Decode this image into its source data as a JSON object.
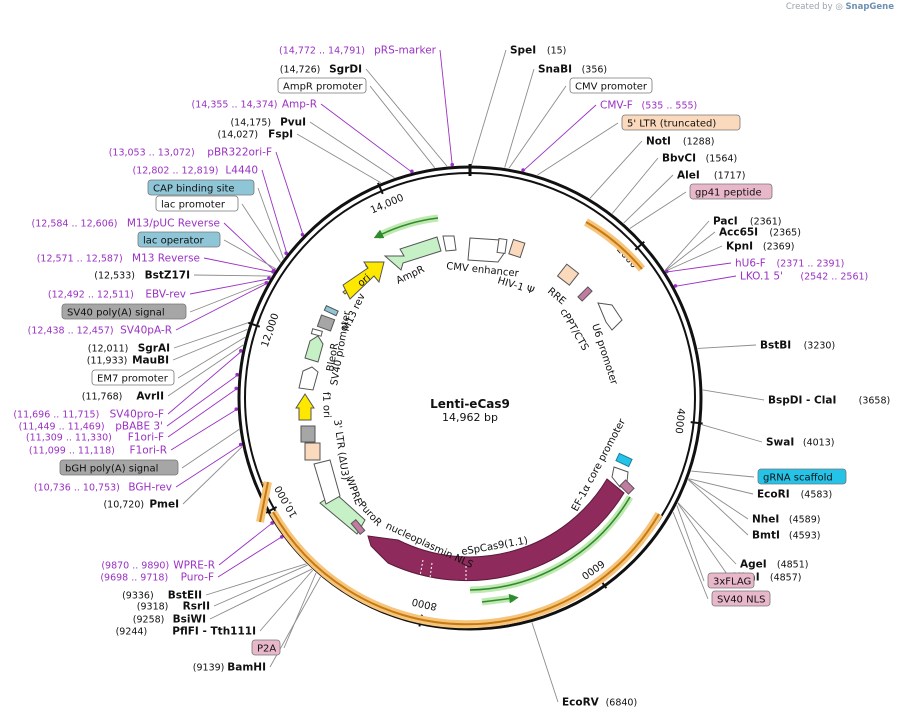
{
  "header": {
    "created_by": "Created by",
    "brand": "SnapGene"
  },
  "plasmid": {
    "name": "Lenti-eCas9",
    "length_label": "14,962 bp",
    "length": 14962
  },
  "colors": {
    "backbone": "#111111",
    "enzyme_line": "#8c8c8c",
    "primer": "#9b31c4",
    "orf_green": "#c6f0c6",
    "cas9": "#8f2a5c",
    "ori": "#ffe800",
    "promoter": "#ffffff",
    "ltr": "#fbd9bd",
    "polyA": "#a6a6a6",
    "misc": "#eaeaea",
    "orange": "#f0a030",
    "light_blue": "#8ec6d8",
    "cyan": "#25c3e8",
    "pink": "#e8b7c9"
  },
  "ruler": [
    {
      "pos": 14000,
      "label": "14,000"
    },
    {
      "pos": 2000,
      "label": "2000"
    },
    {
      "pos": 4000,
      "label": "4000"
    },
    {
      "pos": 6000,
      "label": "6000"
    },
    {
      "pos": 8000,
      "label": "8000"
    },
    {
      "pos": 10000,
      "label": "10,000"
    },
    {
      "pos": 12000,
      "label": "12,000"
    }
  ],
  "labels_right": [
    {
      "name": "SpeI",
      "pos_text": "(15)",
      "kind": "enzyme",
      "site": 15
    },
    {
      "name": "SnaBI",
      "pos_text": "(356)",
      "kind": "enzyme",
      "site": 356
    },
    {
      "name": "CMV promoter",
      "kind": "feature_box",
      "box": "white",
      "site": 400
    },
    {
      "name": "CMV-F",
      "pos_text": "(535 .. 555)",
      "kind": "primer",
      "site": 545
    },
    {
      "name": "5' LTR (truncated)",
      "kind": "feature_box",
      "box": "ltr",
      "site": 700
    },
    {
      "name": "NotI",
      "pos_text": "(1288)",
      "kind": "enzyme",
      "site": 1288
    },
    {
      "name": "BbvCI",
      "pos_text": "(1564)",
      "kind": "enzyme",
      "site": 1564
    },
    {
      "name": "AleI",
      "pos_text": "(1717)",
      "kind": "enzyme",
      "site": 1717
    },
    {
      "name": "gp41 peptide",
      "kind": "feature_box",
      "box": "pink",
      "site": 1800
    },
    {
      "name": "PacI",
      "pos_text": "(2361)",
      "kind": "enzyme",
      "site": 2361
    },
    {
      "name": "Acc65I",
      "pos_text": "(2365)",
      "kind": "enzyme",
      "site": 2365
    },
    {
      "name": "KpnI",
      "pos_text": "(2369)",
      "kind": "enzyme",
      "site": 2369
    },
    {
      "name": "hU6-F",
      "pos_text": "(2371 .. 2391)",
      "kind": "primer",
      "site": 2381
    },
    {
      "name": "LKO.1 5'",
      "pos_text": "(2542 .. 2561)",
      "kind": "primer",
      "site": 2551
    },
    {
      "name": "BstBI",
      "pos_text": "(3230)",
      "kind": "enzyme",
      "site": 3230
    },
    {
      "name": "BspDI",
      "name2": " - ClaI",
      "pos_text": "(3658)",
      "kind": "enzyme",
      "site": 3658
    },
    {
      "name": "SwaI",
      "pos_text": "(4013)",
      "kind": "enzyme",
      "site": 4013
    },
    {
      "name": "gRNA scaffold",
      "kind": "feature_box",
      "box": "cyan",
      "site": 4500
    },
    {
      "name": "EcoRI",
      "pos_text": "(4583)",
      "kind": "enzyme",
      "site": 4583
    },
    {
      "name": "NheI",
      "pos_text": "(4589)",
      "kind": "enzyme",
      "site": 4589
    },
    {
      "name": "BmtI",
      "pos_text": "(4593)",
      "kind": "enzyme",
      "site": 4593
    },
    {
      "name": "AgeI",
      "pos_text": "(4851)",
      "kind": "enzyme",
      "site": 4851
    },
    {
      "name": "XbaI",
      "pos_text": "(4857)",
      "kind": "enzyme",
      "site": 4857
    },
    {
      "name": "3xFLAG",
      "kind": "feature_box",
      "box": "pink",
      "site": 4880
    },
    {
      "name": "SV40 NLS",
      "kind": "feature_box",
      "box": "pink",
      "site": 4960
    },
    {
      "name": "EcoRV",
      "pos_text": "(6840)",
      "kind": "enzyme",
      "site": 6840
    }
  ],
  "labels_left": [
    {
      "name": "pRS-marker",
      "pos_text": "(14,772 .. 14,791)",
      "kind": "primer",
      "site": 14781
    },
    {
      "name": "SgrDI",
      "pos_text": "(14,726)",
      "kind": "enzyme",
      "site": 14726
    },
    {
      "name": "AmpR promoter",
      "kind": "feature_box",
      "box": "white",
      "site": 14600
    },
    {
      "name": "Amp-R",
      "pos_text": "(14,355 .. 14,374)",
      "kind": "primer",
      "site": 14364
    },
    {
      "name": "PvuI",
      "pos_text": "(14,175)",
      "kind": "enzyme",
      "site": 14175
    },
    {
      "name": "FspI",
      "pos_text": "(14,027)",
      "kind": "enzyme",
      "site": 14027
    },
    {
      "name": "pBR322ori-F",
      "pos_text": "(13,053 .. 13,072)",
      "kind": "primer",
      "site": 13062
    },
    {
      "name": "L4440",
      "pos_text": "(12,802 .. 12,819)",
      "kind": "primer",
      "site": 12810
    },
    {
      "name": "CAP binding site",
      "kind": "feature_box",
      "box": "light_blue",
      "site": 12750
    },
    {
      "name": "lac promoter",
      "kind": "feature_box",
      "box": "white",
      "site": 12700
    },
    {
      "name": "M13/pUC Reverse",
      "pos_text": "(12,584 .. 12,606)",
      "kind": "primer",
      "site": 12595
    },
    {
      "name": "lac operator",
      "kind": "feature_box",
      "box": "light_blue",
      "site": 12620
    },
    {
      "name": "M13 Reverse",
      "pos_text": "(12,571 .. 12,587)",
      "kind": "primer",
      "site": 12579
    },
    {
      "name": "BstZ17I",
      "pos_text": "(12,533)",
      "kind": "enzyme",
      "site": 12533
    },
    {
      "name": "EBV-rev",
      "pos_text": "(12,492 .. 12,511)",
      "kind": "primer",
      "site": 12501
    },
    {
      "name": "SV40 poly(A) signal",
      "kind": "feature_box",
      "box": "polyA",
      "site": 12470
    },
    {
      "name": "SV40pA-R",
      "pos_text": "(12,438 .. 12,457)",
      "kind": "primer",
      "site": 12447
    },
    {
      "name": "SgrAI",
      "pos_text": "(12,011)",
      "kind": "enzyme",
      "site": 12011
    },
    {
      "name": "MauBI",
      "pos_text": "(11,933)",
      "kind": "enzyme",
      "site": 11933
    },
    {
      "name": "EM7 promoter",
      "kind": "feature_box",
      "box": "white",
      "site": 11850
    },
    {
      "name": "AvrII",
      "pos_text": "(11,768)",
      "kind": "enzyme",
      "site": 11768
    },
    {
      "name": "SV40pro-F",
      "pos_text": "(11,696 .. 11,715)",
      "kind": "primer",
      "site": 11705
    },
    {
      "name": "pBABE 3'",
      "pos_text": "(11,449 .. 11,469)",
      "kind": "primer",
      "site": 11459
    },
    {
      "name": "F1ori-F",
      "pos_text": "(11,309 .. 11,330)",
      "kind": "primer",
      "site": 11319
    },
    {
      "name": "F1ori-R",
      "pos_text": "(11,099 .. 11,118)",
      "kind": "primer",
      "site": 11108
    },
    {
      "name": "bGH poly(A) signal",
      "kind": "feature_box",
      "box": "polyA",
      "site": 10900
    },
    {
      "name": "BGH-rev",
      "pos_text": "(10,736 .. 10,753)",
      "kind": "primer",
      "site": 10744
    },
    {
      "name": "PmeI",
      "pos_text": "(10,720)",
      "kind": "enzyme",
      "site": 10720
    },
    {
      "name": "WPRE-R",
      "pos_text": "(9870 .. 9890)",
      "kind": "primer",
      "site": 9880
    },
    {
      "name": "Puro-F",
      "pos_text": "(9698 .. 9718)",
      "kind": "primer",
      "site": 9708
    },
    {
      "name": "BstEII",
      "pos_text": "(9336)",
      "kind": "enzyme",
      "site": 9336
    },
    {
      "name": "RsrII",
      "pos_text": "(9318)",
      "kind": "enzyme",
      "site": 9318
    },
    {
      "name": "BsiWI",
      "pos_text": "(9258)",
      "kind": "enzyme",
      "site": 9258
    },
    {
      "name": "PflFI",
      "name2": " - Tth111I",
      "pos_text": "(9244)",
      "kind": "enzyme",
      "site": 9244
    },
    {
      "name": "P2A",
      "kind": "feature_box",
      "box": "pink",
      "site": 9200
    },
    {
      "name": "BamHI",
      "pos_text": "(9139)",
      "kind": "enzyme",
      "site": 9139
    }
  ],
  "inner_labels": [
    {
      "text": "CMV enhancer"
    },
    {
      "text": "HIV-1 Ψ"
    },
    {
      "text": "RRE"
    },
    {
      "text": "cPPT/CTS"
    },
    {
      "text": "U6 promoter"
    },
    {
      "text": "EF-1α core promoter"
    },
    {
      "text": "eSpCas9(1.1)"
    },
    {
      "text": "nucleoplasmin NLS"
    },
    {
      "text": "PuroR"
    },
    {
      "text": "WPRE"
    },
    {
      "text": "3' LTR (ΔU3)"
    },
    {
      "text": "f1 ori"
    },
    {
      "text": "SV40 promoter"
    },
    {
      "text": "BleoR"
    },
    {
      "text": "M13 rev"
    },
    {
      "text": "ori"
    },
    {
      "text": "AmpR"
    }
  ]
}
